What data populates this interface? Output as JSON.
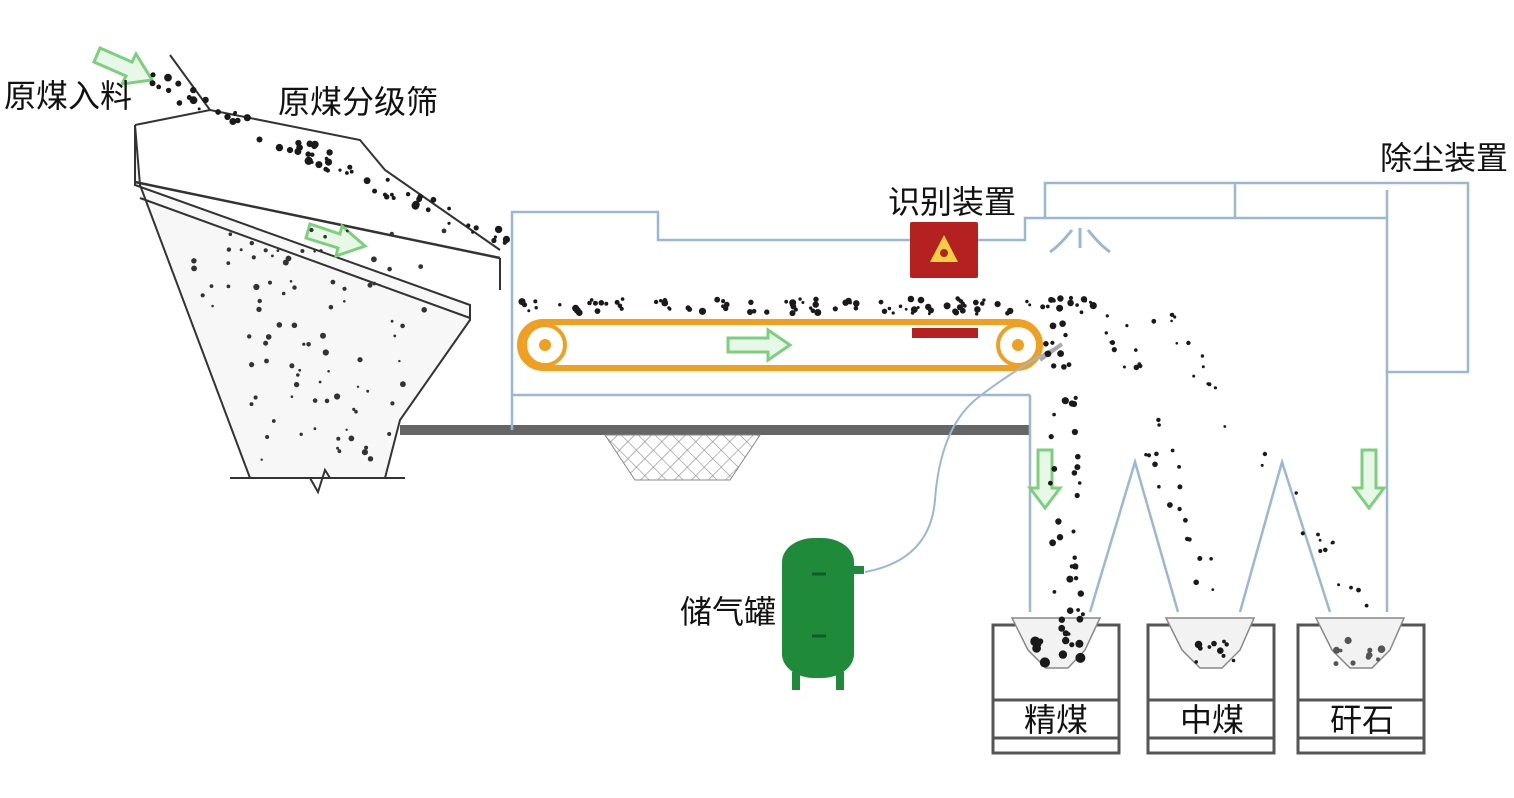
{
  "labels": {
    "raw_coal_feed": "原煤入料",
    "raw_coal_screen": "原煤分级筛",
    "identification_device": "识别装置",
    "dust_removal_device": "除尘装置",
    "gas_storage_tank": "储气罐",
    "clean_coal": "精煤",
    "middling_coal": "中煤",
    "gangue": "矸石"
  },
  "colors": {
    "frame_blue": "#9ab8d4",
    "belt_orange": "#f0a020",
    "flow_arrow_green": "#7cd07c",
    "identification_red": "#b52020",
    "tank_green": "#1f8a3a",
    "coal_black": "#1a1a1a",
    "structure_gray": "#555555"
  }
}
